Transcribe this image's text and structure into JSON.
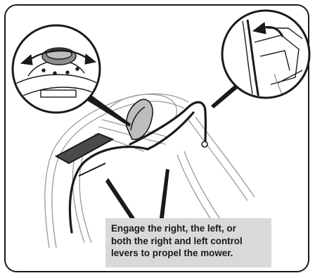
{
  "caption": {
    "lines": [
      "Engage the right, the left, or",
      "both the right and left control",
      "levers to propel the mower."
    ]
  },
  "colors": {
    "frame": "#1a1a1a",
    "caption_background": "#d9d9d9",
    "line_art": "#1a1a1a",
    "faint_line_art": "#9a9a9a"
  },
  "icons": {
    "rotate_arrow_left_inset": "double-headed-curved-arrow",
    "rotate_arrow_right_inset": "curved-arrow"
  }
}
